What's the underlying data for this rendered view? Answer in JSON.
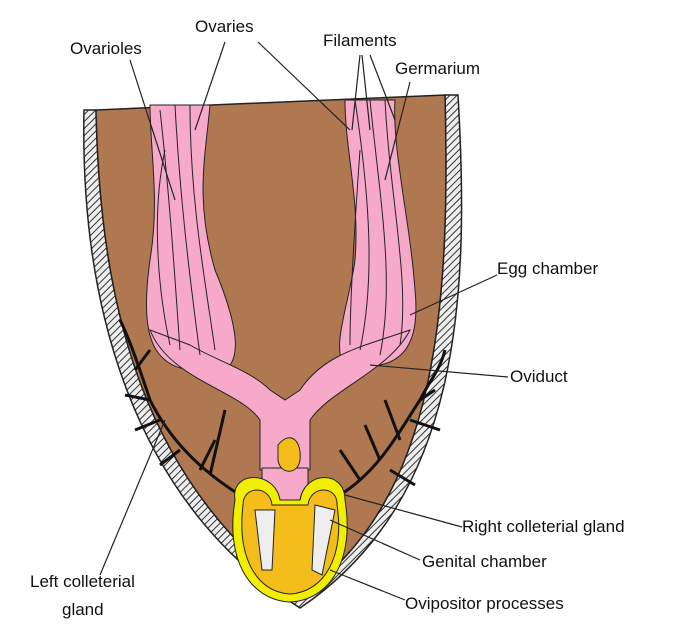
{
  "labels": {
    "ovarioles": "Ovarioles",
    "ovaries": "Ovaries",
    "filaments": "Filaments",
    "germarium": "Germarium",
    "egg_chamber": "Egg chamber",
    "oviduct": "Oviduct",
    "right_colleterial_gland": "Right colleterial gland",
    "genital_chamber": "Genital chamber",
    "left_colleterial_gland_line1": "Left colleterial",
    "left_colleterial_gland_line2": "gland",
    "ovipositor_processes": "Ovipositor processes"
  },
  "colors": {
    "body": "#b07850",
    "wall": "#d8d8d8",
    "ovary": "#f6a9c9",
    "genital": "#f4bd1c",
    "gland_ring": "#f2ee00"
  }
}
